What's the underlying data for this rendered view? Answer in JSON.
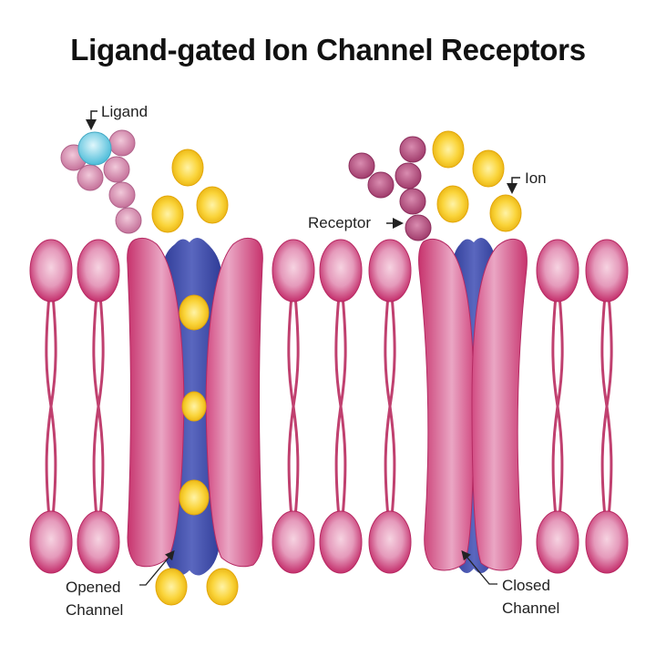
{
  "title": "Ligand-gated Ion Channel Receptors",
  "labels": {
    "ligand": "Ligand",
    "ion": "Ion",
    "receptor": "Receptor",
    "opened_channel_line1": "Opened",
    "opened_channel_line2": "Channel",
    "closed_channel_line1": "Closed",
    "closed_channel_line2": "Channel"
  },
  "colors": {
    "membrane_pink": "#c8326e",
    "membrane_light": "#f2bdd3",
    "channel_blue": "#3b47a3",
    "ion_yellow": "#f7c51e",
    "ligand_cyan": "#6fd0e6",
    "ligand_beads": "#d888ab",
    "receptor_beads": "#b84a7d"
  },
  "channels": [
    {
      "state": "open",
      "ions_inside": 3
    },
    {
      "state": "closed",
      "ions_inside": 0
    }
  ],
  "phospholipid_count": 7
}
